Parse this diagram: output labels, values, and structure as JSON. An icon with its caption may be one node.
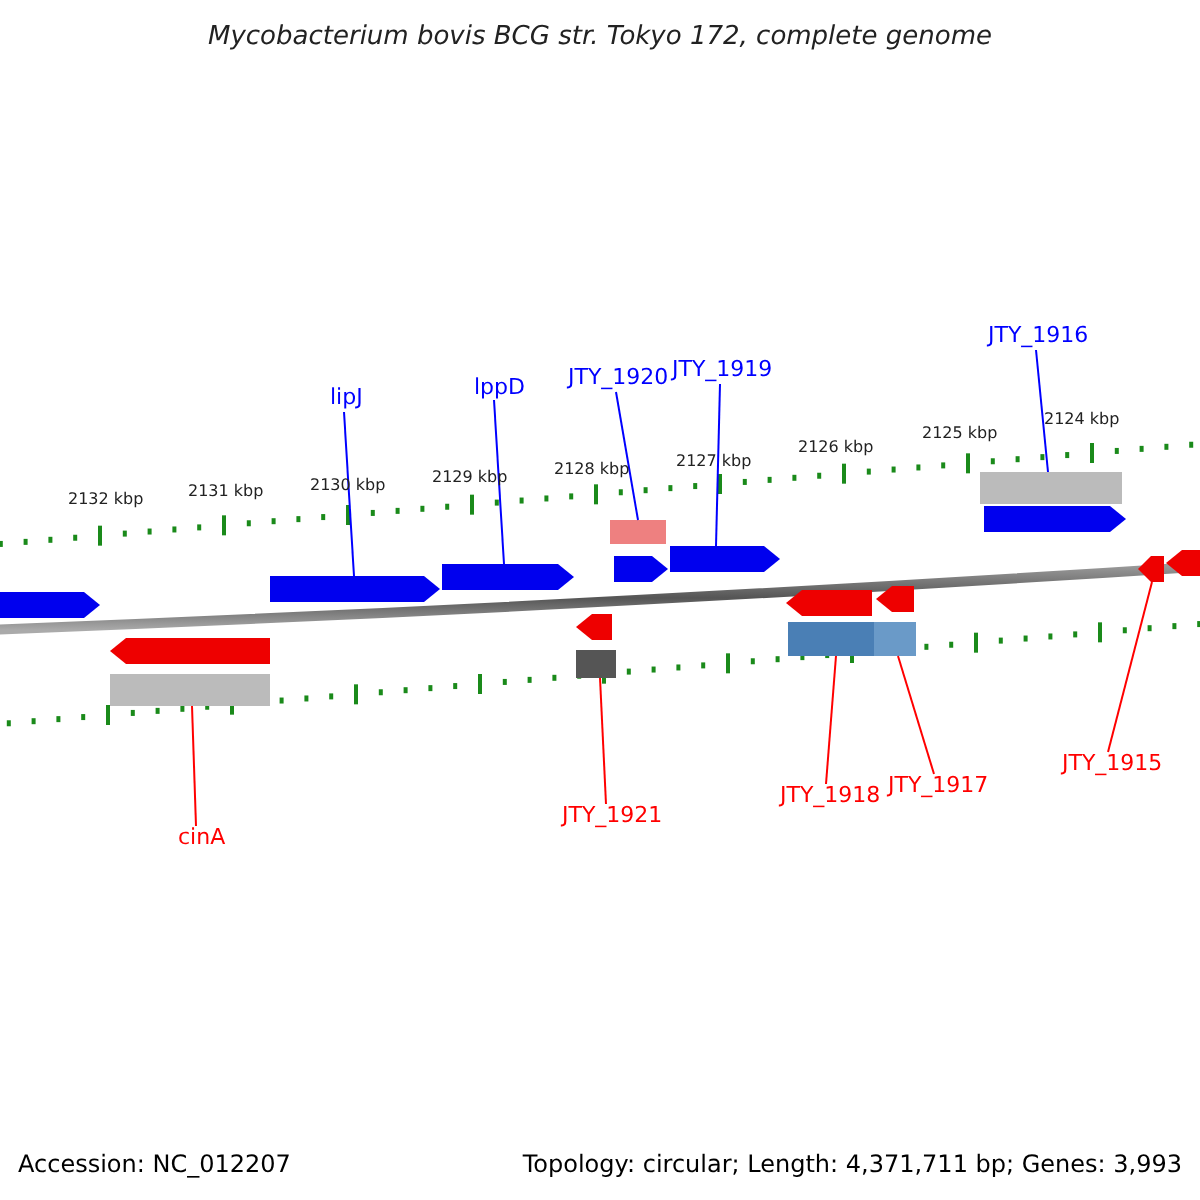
{
  "diagram": {
    "title": "Mycobacterium bovis BCG str. Tokyo 172, complete genome",
    "nodes": [
      {
        "text": [
          "lipJ"
        ]
      },
      {
        "text": [
          "lppD"
        ]
      },
      {
        "text": [
          "JTY_1920"
        ]
      },
      {
        "text": [
          "JTY_1919"
        ]
      },
      {
        "text": [
          "JTY_1916"
        ]
      },
      {
        "text": [
          "cinA"
        ]
      },
      {
        "text": [
          "JTY_1921"
        ]
      },
      {
        "text": [
          "JTY_1918"
        ]
      },
      {
        "text": [
          "JTY_1917"
        ]
      },
      {
        "text": [
          "JTY_1915"
        ]
      },
      {
        "text": [],
        "shape": "arrow"
      },
      {
        "text": [],
        "shape": "arrow"
      },
      {
        "text": [],
        "shape": "bar"
      },
      {
        "text": [],
        "shape": "arrow"
      },
      {
        "text": [],
        "shape": "bar"
      },
      {
        "text": [],
        "shape": "bar"
      },
      {
        "text": [],
        "shape": "bar"
      },
      {
        "text": [],
        "shape": "bar"
      },
      {
        "text": [],
        "shape": "bar"
      },
      {
        "text": [],
        "shape": "arrow"
      },
      {
        "text": [],
        "shape": "arrow"
      },
      {
        "text": [],
        "shape": "arrow"
      },
      {
        "text": [],
        "shape": "arrow"
      },
      {
        "text": [],
        "shape": "arrow"
      },
      {
        "text": [],
        "shape": "arrow"
      },
      {
        "text": [],
        "shape": "arrow"
      },
      {
        "text": [],
        "shape": "arrow"
      },
      {
        "text": [],
        "shape": "arrow"
      }
    ],
    "edges": [
      {
        "from": 0,
        "to": 10,
        "arrow": "none",
        "color": "#0000ff"
      },
      {
        "from": 1,
        "to": 11,
        "arrow": "none",
        "color": "#0000ff"
      },
      {
        "from": 2,
        "to": 12,
        "arrow": "none",
        "color": "#0000ff"
      },
      {
        "from": 3,
        "to": 13,
        "arrow": "none",
        "color": "#0000ff"
      },
      {
        "from": 4,
        "to": 14,
        "arrow": "none",
        "color": "#0000ff"
      },
      {
        "from": 5,
        "to": 15,
        "arrow": "none",
        "color": "#ff0000"
      },
      {
        "from": 6,
        "to": 16,
        "arrow": "none",
        "color": "#ff0000"
      },
      {
        "from": 7,
        "to": 17,
        "arrow": "none",
        "color": "#ff0000"
      },
      {
        "from": 8,
        "to": 18,
        "arrow": "none",
        "color": "#ff0000"
      },
      {
        "from": 9,
        "to": 19,
        "arrow": "none",
        "color": "#ff0000"
      }
    ],
    "labels": [
      "2132 kbp",
      "2131 kbp",
      "2130 kbp",
      "2129 kbp",
      "2128 kbp",
      "2127 kbp",
      "2126 kbp",
      "2125 kbp",
      "2124 kbp",
      "Accession: NC_012207",
      "Topology: circular; Length: 4,371,711 bp; Genes: 3,993"
    ]
  }
}
